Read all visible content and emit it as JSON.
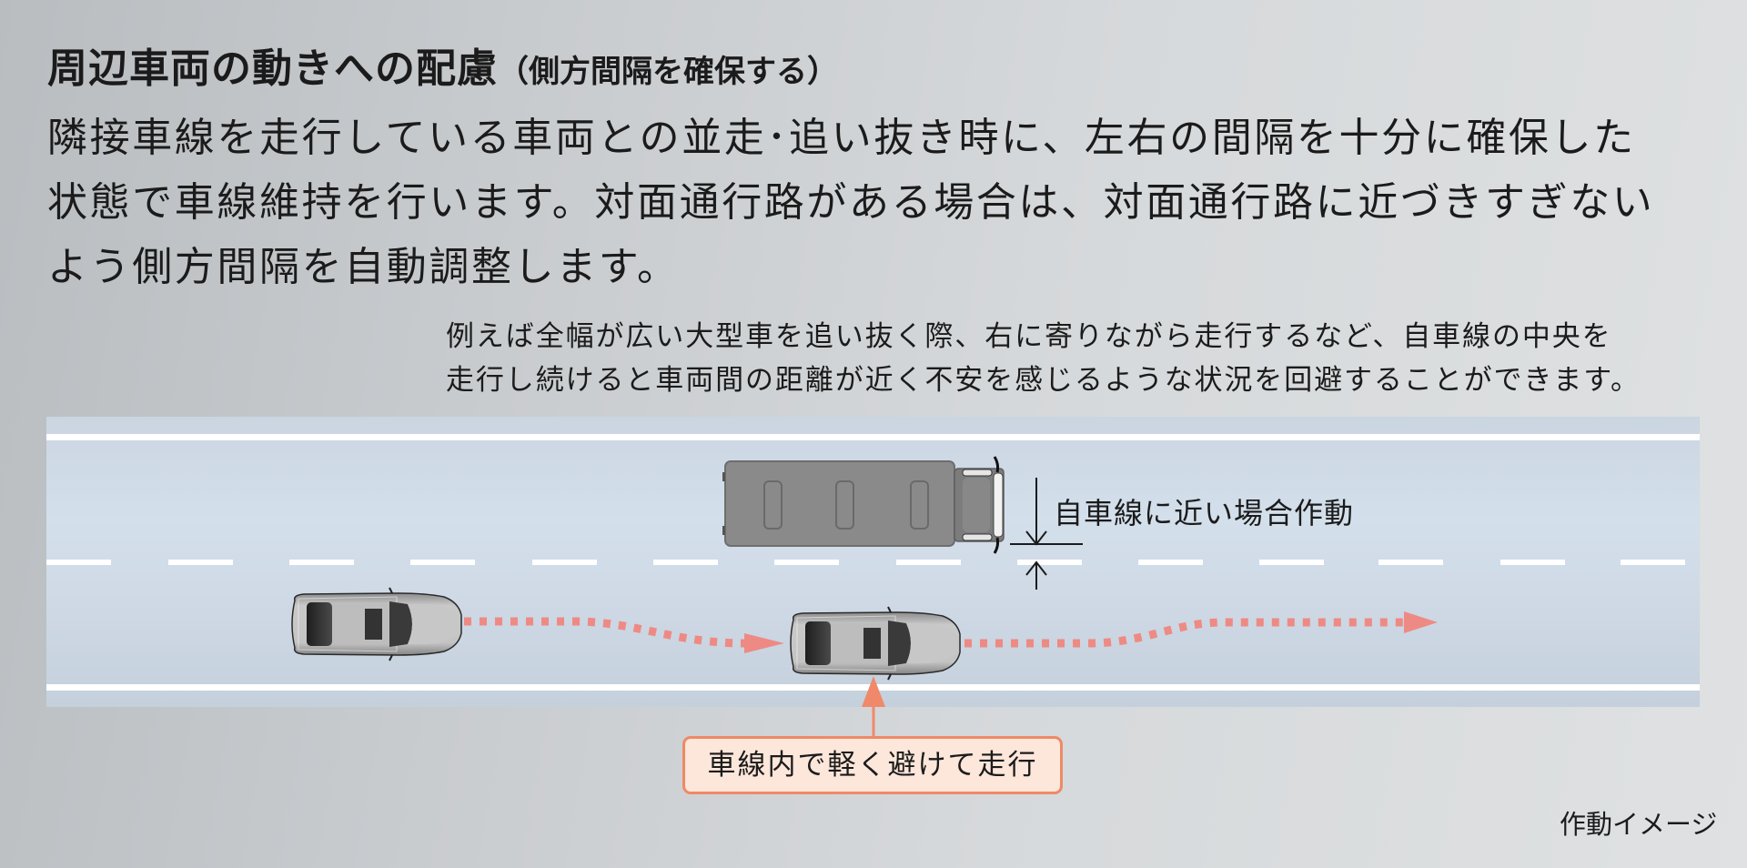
{
  "header": {
    "title_main": "周辺車両の動きへの配慮",
    "title_sub": "（側方間隔を確保する）"
  },
  "description": {
    "lines": [
      "隣接車線を走行している車両との並走･追い抜き時に、左右の間隔を十分に確保した",
      "状態で車線維持を行います。対面通行路がある場合は、対面通行路に近づきすぎない",
      "よう側方間隔を自動調整します。"
    ]
  },
  "note": {
    "lines": [
      "例えば全幅が広い大型車を追い抜く際、右に寄りながら走行するなど、自車線の中央を",
      "走行し続けると車両間の距離が近く不安を感じるような状況を回避することができます。"
    ]
  },
  "diagram": {
    "dimension_label": "自車線に近い場合作動",
    "callout_label": "車線内で軽く避けて走行",
    "caption": "作動イメージ",
    "vehicles": [
      {
        "id": "own-car-before",
        "type": "car"
      },
      {
        "id": "own-car-avoiding",
        "type": "car"
      },
      {
        "id": "adjacent-truck",
        "type": "truck"
      }
    ],
    "colors": {
      "road": "#cfdae6",
      "lane_marking": "#ffffff",
      "path": "#ee8a84",
      "callout_border": "#ee8a66",
      "callout_fill": "#fde6da",
      "truck": "#8a8a8a"
    }
  }
}
